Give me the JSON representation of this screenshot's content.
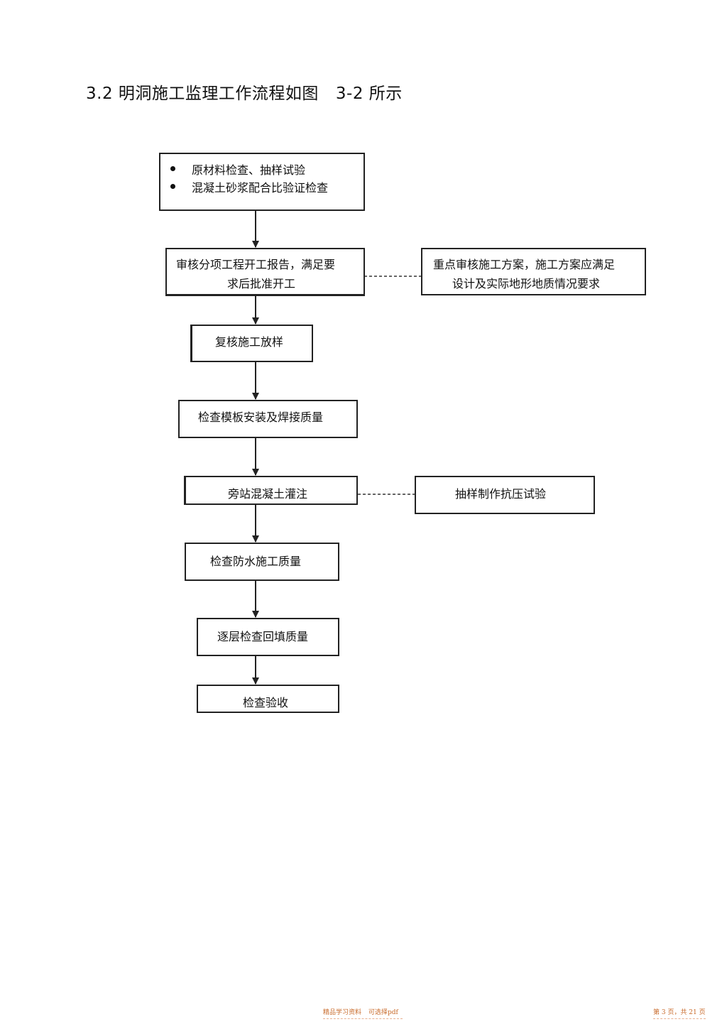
{
  "heading": {
    "prefix": "3.2 明洞施工监理工作流程如图",
    "figure_ref": "3-2 所示"
  },
  "flow": {
    "step1": {
      "items": [
        "原材料检查、抽样试验",
        "混凝土砂浆配合比验证检查"
      ]
    },
    "step2": {
      "line1": "审核分项工程开工报告，满足要",
      "line2": "求后批准开工"
    },
    "step2_note": {
      "line1": "重点审核施工方案，施工方案应满足",
      "line2": "设计及实际地形地质情况要求"
    },
    "step3": {
      "label": "复核施工放样"
    },
    "step4": {
      "label": "检查模板安装及焊接质量"
    },
    "step5": {
      "label": "旁站混凝土灌注"
    },
    "step5_note": {
      "label": "抽样制作抗压试验"
    },
    "step6": {
      "label": "检查防水施工质量"
    },
    "step7": {
      "label": "逐层检查回填质量"
    },
    "step8": {
      "label": "检查验收"
    }
  },
  "footer": {
    "left_a": "精品学习资料",
    "left_b": "可选择pdf",
    "right": "第 3 页，共 21 页"
  }
}
